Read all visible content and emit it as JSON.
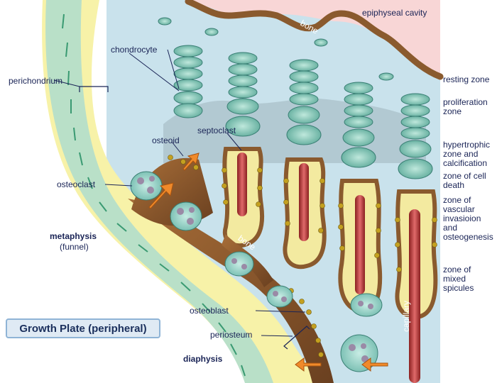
{
  "title": "Growth Plate (peripheral)",
  "labels": {
    "epiphyseal_cavity": "epiphyseal cavity",
    "bone_top": "bone",
    "bone_mid": "bone",
    "chondrocyte": "chondrocyte",
    "perichondrium": "perichondrium",
    "osteoid": "osteoid",
    "septoclast": "septoclast",
    "osteoclast": "osteoclast",
    "metaphysis": "metaphysis",
    "metaphysis_sub": "(funnel)",
    "osteoblast": "osteoblast",
    "periosteum": "periosteum",
    "diaphysis": "diaphysis",
    "capillary": "capillary"
  },
  "zones": [
    {
      "id": "resting",
      "lines": [
        "resting zone"
      ]
    },
    {
      "id": "proliferation",
      "lines": [
        "proliferation",
        "zone"
      ]
    },
    {
      "id": "hypertrophic",
      "lines": [
        "hypertrophic",
        "zone and",
        "calcification"
      ]
    },
    {
      "id": "cell-death",
      "lines": [
        "zone of cell",
        "death"
      ]
    },
    {
      "id": "vascular",
      "lines": [
        "zone of",
        "vascular",
        "invasioion",
        "and",
        "osteogenesis"
      ]
    },
    {
      "id": "mixed",
      "lines": [
        "zone of",
        "mixed",
        "spicules"
      ]
    }
  ],
  "colors": {
    "cartilage": "#c9e2ec",
    "cavity": "#f8d6d6",
    "bone": "#8a5a2e",
    "periosteum_yellow": "#f7f2a8",
    "vessel": "#c04040",
    "cell": "#7cc4b6",
    "arrow": "#f08a2a",
    "text": "#1a2456"
  }
}
